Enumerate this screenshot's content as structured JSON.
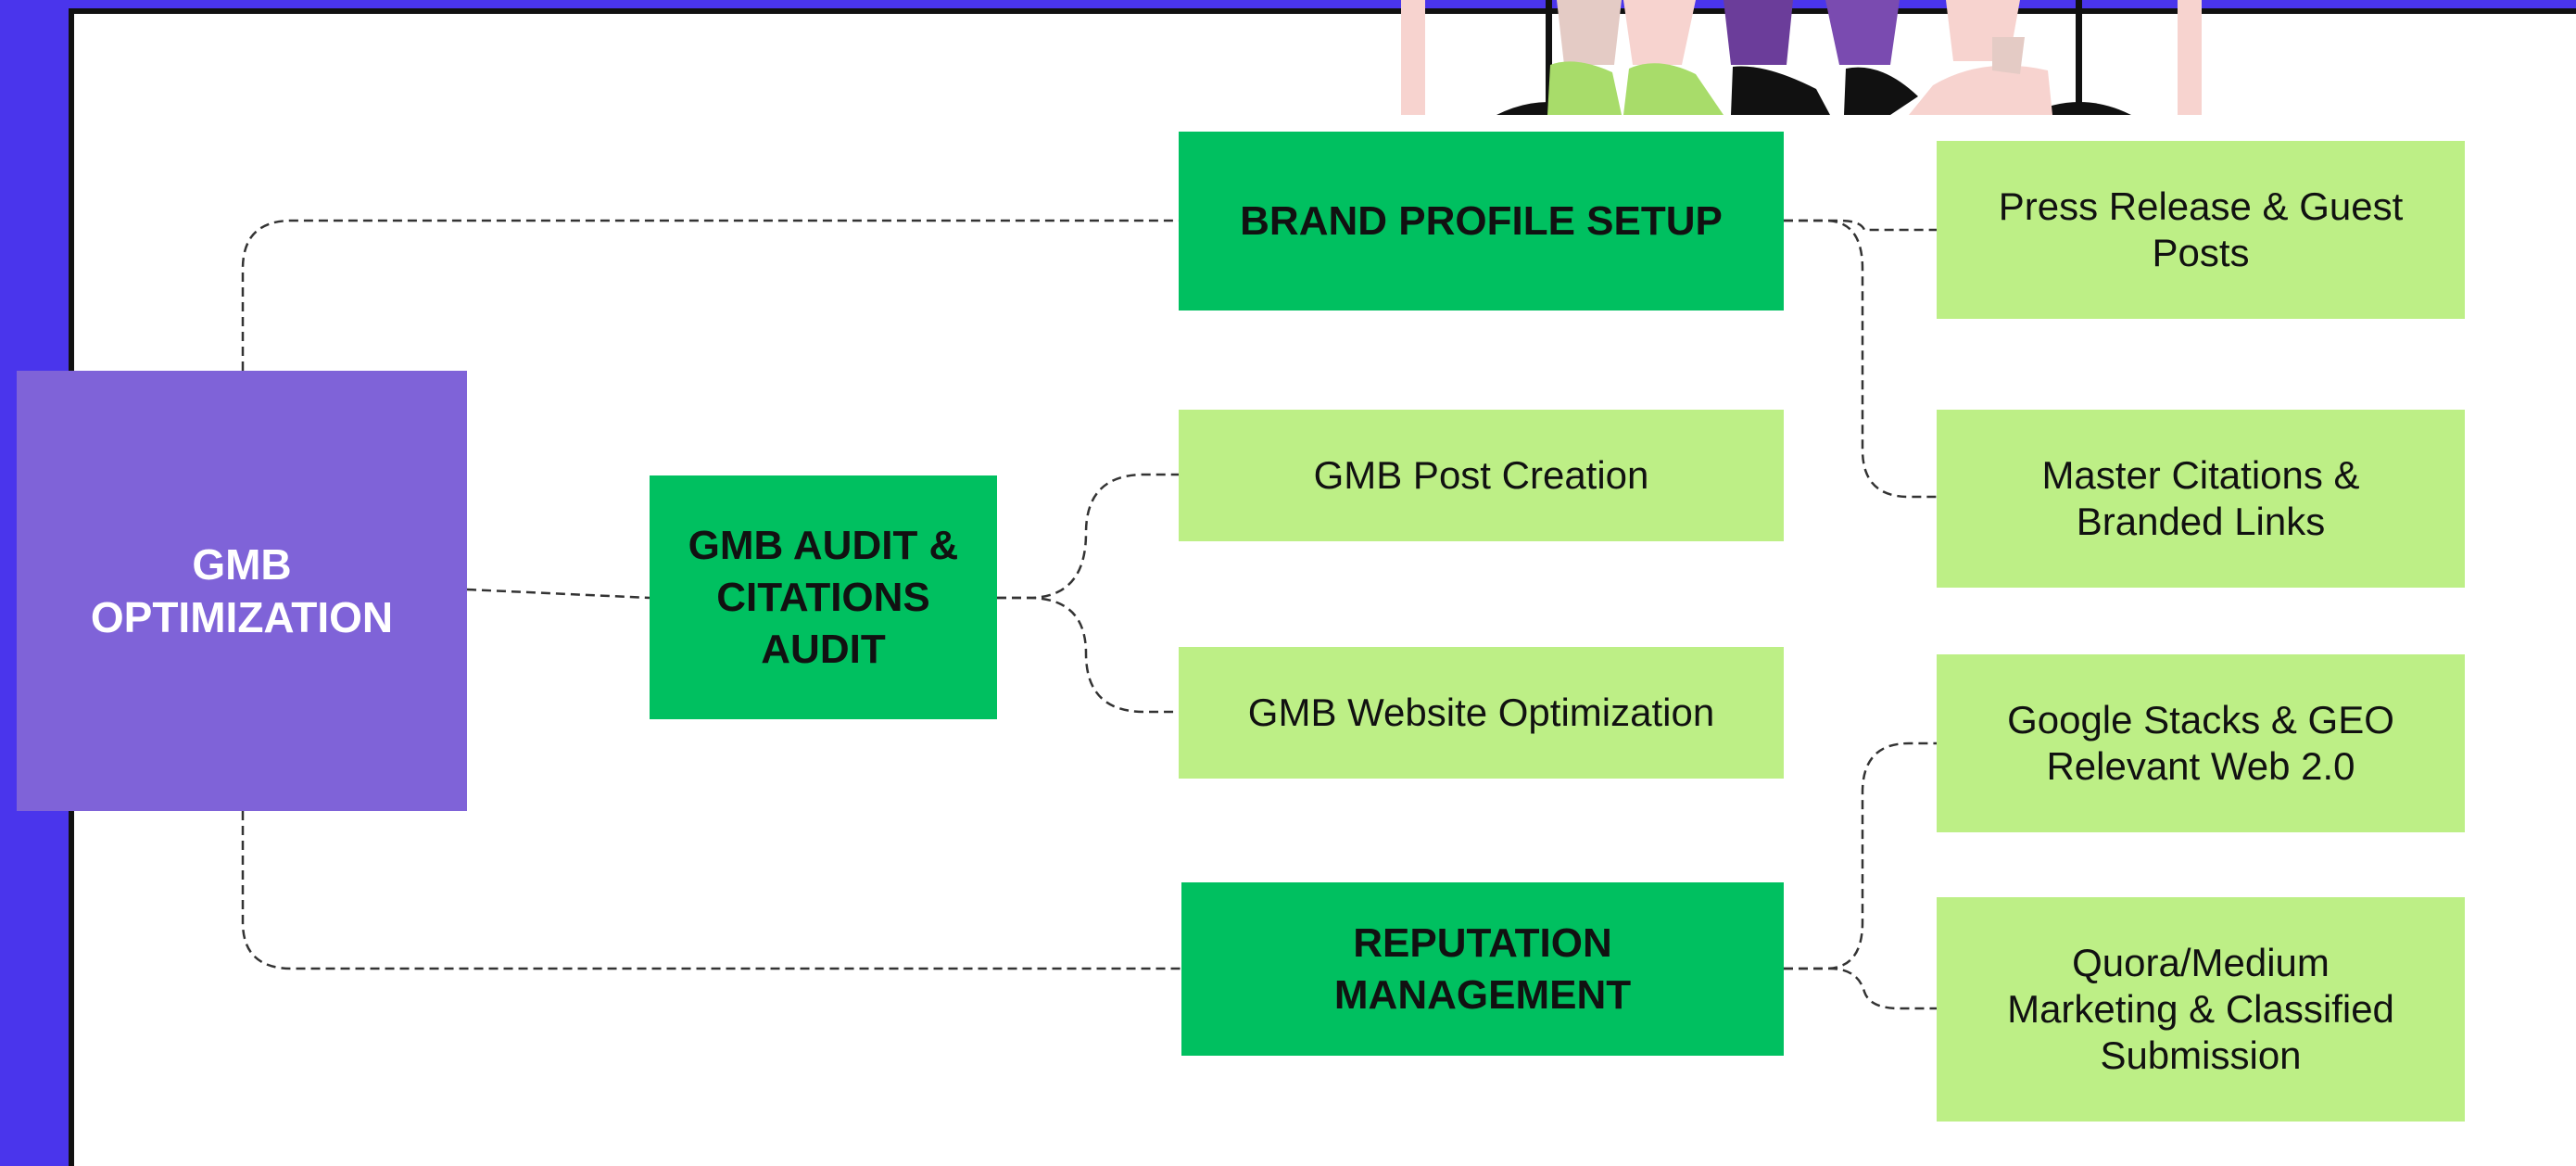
{
  "diagram": {
    "root": "GMB\nOPTIMIZATION",
    "categories": [
      {
        "title": "BRAND PROFILE SETUP",
        "children": [
          "Press Release & Guest\nPosts",
          "Master Citations &\nBranded Links"
        ]
      },
      {
        "title": "GMB AUDIT &\nCITATIONS\nAUDIT",
        "children": [
          "GMB Post Creation",
          "GMB Website Optimization"
        ]
      },
      {
        "title": "REPUTATION\nMANAGEMENT",
        "children": [
          "Google Stacks & GEO\nRelevant Web 2.0",
          "Quora/Medium\nMarketing & Classified\nSubmission"
        ]
      }
    ]
  },
  "colors": {
    "background": "#4a35ec",
    "root": "#7f63d8",
    "category": "#00c060",
    "subitem": "#bdef86"
  },
  "illustration": "people-standing-illustration"
}
